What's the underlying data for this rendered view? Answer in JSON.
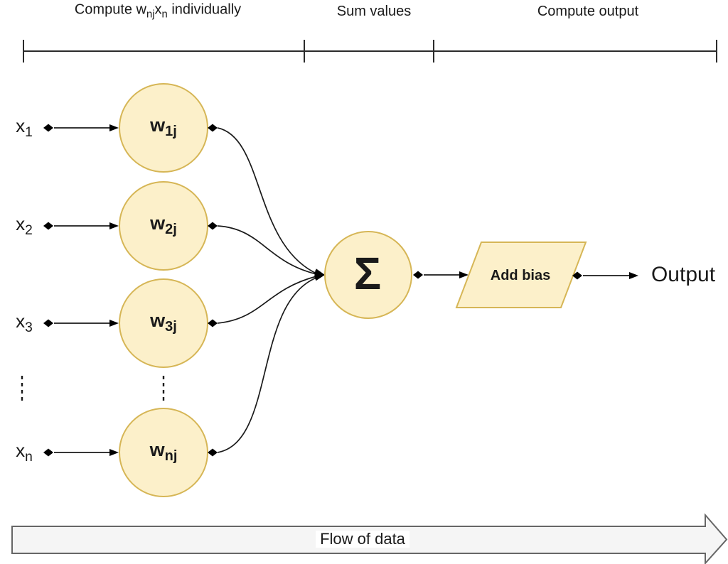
{
  "phases": {
    "phase1": {
      "p1": "Compute w",
      "s1": "nj",
      "p2": "x",
      "s2": "n",
      "p3": " individually"
    },
    "phase2": {
      "label": "Sum values"
    },
    "phase3": {
      "label": "Compute output"
    }
  },
  "inputs": [
    {
      "base": "x",
      "sub": "1"
    },
    {
      "base": "x",
      "sub": "2"
    },
    {
      "base": "x",
      "sub": "3"
    },
    {
      "base": "x",
      "sub": "n"
    }
  ],
  "weights": [
    {
      "base": "w",
      "sub": "1j"
    },
    {
      "base": "w",
      "sub": "2j"
    },
    {
      "base": "w",
      "sub": "3j"
    },
    {
      "base": "w",
      "sub": "nj"
    }
  ],
  "sum_node": {
    "symbol": "Σ"
  },
  "bias_node": {
    "label": "Add bias"
  },
  "output_label": "Output",
  "flow_label": "Flow of data",
  "colors": {
    "node_fill": "#FCF0CA",
    "node_stroke": "#D6B656",
    "flow_fill": "#F5F5F5",
    "flow_stroke": "#666666",
    "line": "#1A1A1A"
  }
}
